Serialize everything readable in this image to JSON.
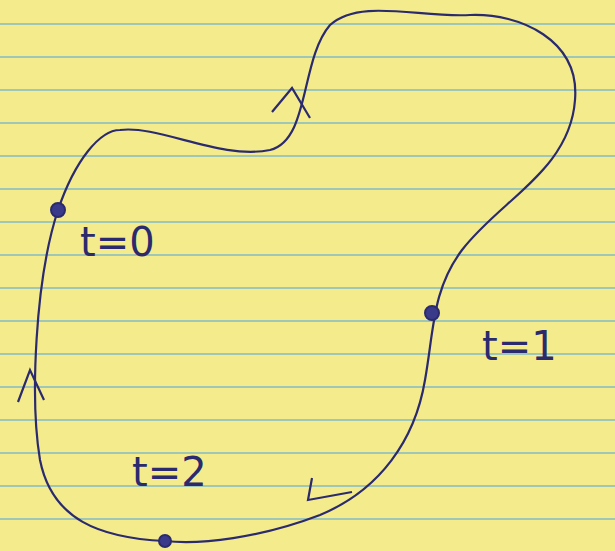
{
  "diagram": {
    "labels": [
      "t=0",
      "t=1",
      "t=2"
    ]
  }
}
